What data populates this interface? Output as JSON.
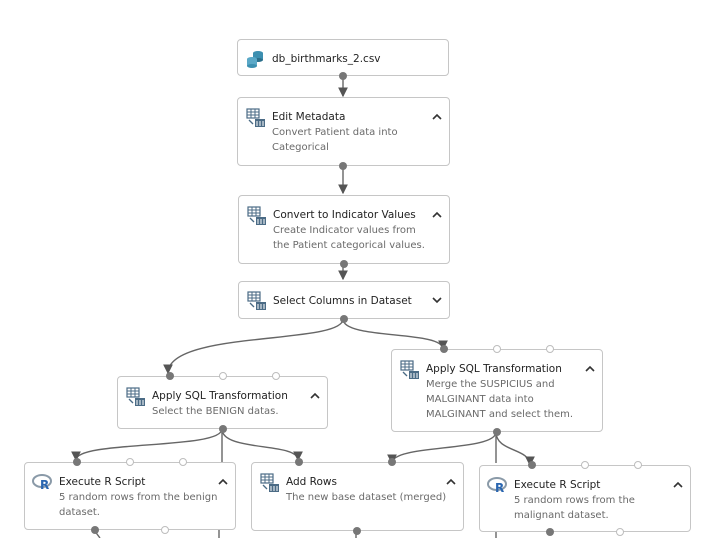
{
  "canvas": {
    "nodes": [
      {
        "id": "dataset",
        "icon": "dataset-icon",
        "title": "db_birthmarks_2.csv",
        "description": "",
        "chevron": ""
      },
      {
        "id": "edit-metadata",
        "icon": "table-module-icon",
        "title": "Edit Metadata",
        "description": "Convert Patient data into Categorical",
        "chevron": "up"
      },
      {
        "id": "convert-indicator",
        "icon": "table-module-icon",
        "title": "Convert to Indicator Values",
        "description": "Create Indicator values from the Patient categorical values.",
        "chevron": "up"
      },
      {
        "id": "select-columns",
        "icon": "table-module-icon",
        "title": "Select Columns in Dataset",
        "description": "",
        "chevron": "down"
      },
      {
        "id": "sql-benign",
        "icon": "table-module-icon",
        "title": "Apply SQL Transformation",
        "description": "Select the BENIGN datas.",
        "chevron": "up"
      },
      {
        "id": "sql-malignant",
        "icon": "table-module-icon",
        "title": "Apply SQL Transformation",
        "description": "Merge the SUSPICIUS and MALGINANT data into MALGINANT and select them.",
        "chevron": "up"
      },
      {
        "id": "r-benign",
        "icon": "r-script-icon",
        "title": "Execute R Script",
        "description": "5 random rows from the benign dataset.",
        "chevron": "up"
      },
      {
        "id": "add-rows",
        "icon": "table-module-icon",
        "title": "Add Rows",
        "description": "The new base dataset (merged)",
        "chevron": "up"
      },
      {
        "id": "r-malignant",
        "icon": "r-script-icon",
        "title": "Execute R Script",
        "description": "5 random rows from the malignant dataset.",
        "chevron": "up"
      }
    ]
  }
}
